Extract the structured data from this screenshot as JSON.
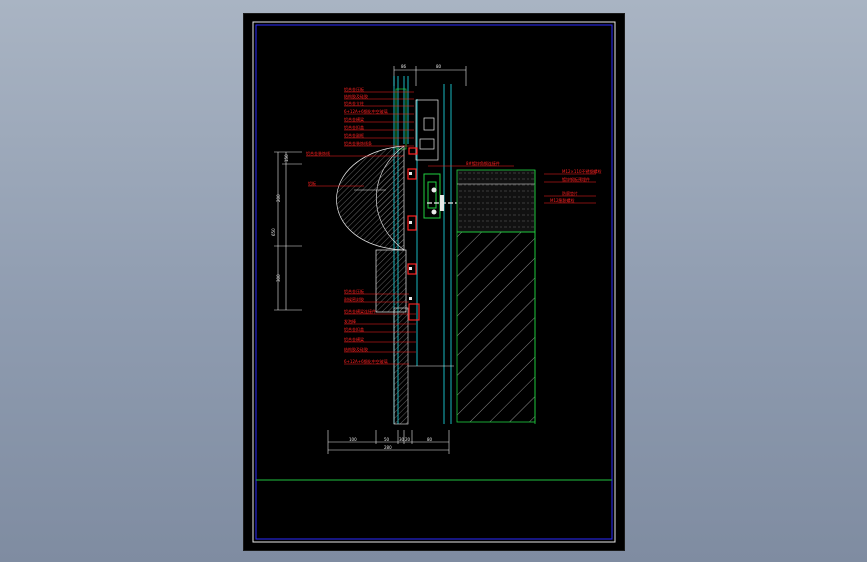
{
  "colors": {
    "background": "#8f9cb0",
    "sheet": "#000000",
    "frame_outer": "#ffffff",
    "frame_inner": "#2b2bff",
    "title_line": "#1fbf3f",
    "leader": "#ff2020",
    "cyan": "#20e8f0",
    "green": "#20d040",
    "yellow": "#e8e030",
    "white": "#e8e8e8",
    "hatch": "#9a9a9a"
  },
  "drawing": {
    "top_dims": [
      "86",
      "80"
    ],
    "left_labels": [
      "铝合金压板",
      "结构胶及硅胶",
      "铝合金立柱",
      "6+12A+6钢化中空玻璃",
      "铝合金横梁",
      "铝合金扣盖",
      "铝合金副框",
      "铝合金装饰线条"
    ],
    "right_labels": [
      "8#镀锌角钢连接件",
      "M12×110不锈钢螺栓",
      "镀锌钢板预埋件",
      "防腐垫片",
      "M12膨胀螺栓"
    ],
    "mid_labels": [
      "铝合金装饰线",
      "铝板"
    ],
    "lower_labels": [
      "铝合金压板",
      "耐候密封胶",
      "铝合金横梁连接件",
      "发泡棒",
      "铝合金扣盖",
      "铝合金横梁",
      "结构胶及硅胶",
      "6+12A+6钢化中空玻璃"
    ],
    "vertical_dims": [
      "200",
      "300",
      "150",
      "650"
    ],
    "bottom_dims": [
      "100",
      "50",
      "30",
      "20",
      "80",
      "280"
    ],
    "icons": [
      "anchor-bolt-icon",
      "bracket-icon"
    ]
  }
}
